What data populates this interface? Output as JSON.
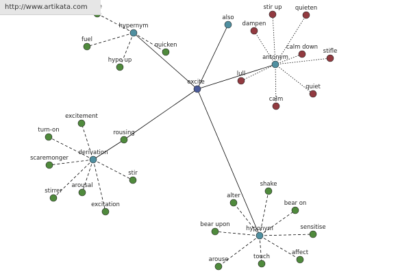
{
  "banner": {
    "url": "http://www.artikata.com"
  },
  "colors": {
    "center": "#4a5a9a",
    "hub": "#4f8fa0",
    "synonym": "#4f8a3c",
    "antonym": "#923a40",
    "edge": "#000000"
  },
  "graph": {
    "center": "excite",
    "groups": [
      {
        "name": "hypernym-top",
        "label": "hypernym",
        "kind": "synonym",
        "direct_to_center": true,
        "leaves": [
          "fuel",
          "hype up",
          "quicken",
          "ate"
        ]
      },
      {
        "name": "also",
        "label": "also",
        "kind": "synonym",
        "direct_to_center": true,
        "leaves": []
      },
      {
        "name": "antonym",
        "label": "antonym",
        "kind": "antonym",
        "direct_to_center": true,
        "leaves": [
          "stir up",
          "quieten",
          "dampen",
          "calm down",
          "stifle",
          "lull",
          "quiet",
          "calm"
        ]
      },
      {
        "name": "derivation",
        "label": "derivation",
        "kind": "synonym",
        "direct_to_center": false,
        "leaves": [
          "rousing",
          "excitement",
          "turn-on",
          "scaremonger",
          "stirrer",
          "arousal",
          "excitation",
          "stir"
        ]
      },
      {
        "name": "hyponym",
        "label": "hyponym",
        "kind": "synonym",
        "direct_to_center": true,
        "leaves": [
          "alter",
          "shake",
          "bear on",
          "bear upon",
          "sensitise",
          "arouse",
          "touch",
          "affect"
        ]
      }
    ]
  }
}
